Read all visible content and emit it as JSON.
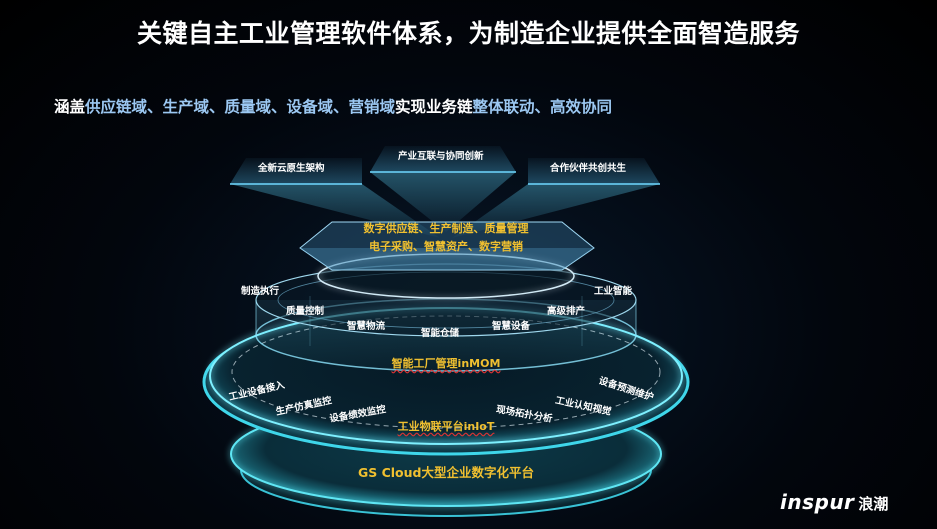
{
  "header": {
    "title": "关键自主工业管理软件体系，为制造企业提供全面智造服务",
    "subtitle_parts": [
      "涵盖",
      "供应链域、生产域、质量域、设备域、营销域",
      "实现业务链",
      "整体联动、高效协同"
    ]
  },
  "top_panels": [
    "全新云原生架构",
    "产业互联与协同创新",
    "合作伙伴共创共生"
  ],
  "center_panel": {
    "line1": "数字供应链、生产制造、质量管理",
    "line2": "电子采购、智慧资产、数字营销"
  },
  "mom_layer": {
    "name": "智能工厂管理inMOM",
    "modules": [
      "制造执行",
      "质量控制",
      "智慧物流",
      "智能仓储",
      "智慧设备",
      "高级排产",
      "工业智能"
    ]
  },
  "iot_layer": {
    "name": "工业物联平台inIoT",
    "modules": [
      "工业设备接入",
      "生产仿真监控",
      "设备绩效监控",
      "现场拓扑分析",
      "工业认知视觉",
      "设备预测维护"
    ]
  },
  "base_layer": {
    "name": "GS Cloud大型企业数字化平台"
  },
  "logo": {
    "brand": "inspur",
    "cn": "浪潮"
  },
  "colors": {
    "accent_yellow": "#f0c030",
    "accent_blue": "#9cc8f2",
    "glow_cyan": "#3fd6ea"
  }
}
